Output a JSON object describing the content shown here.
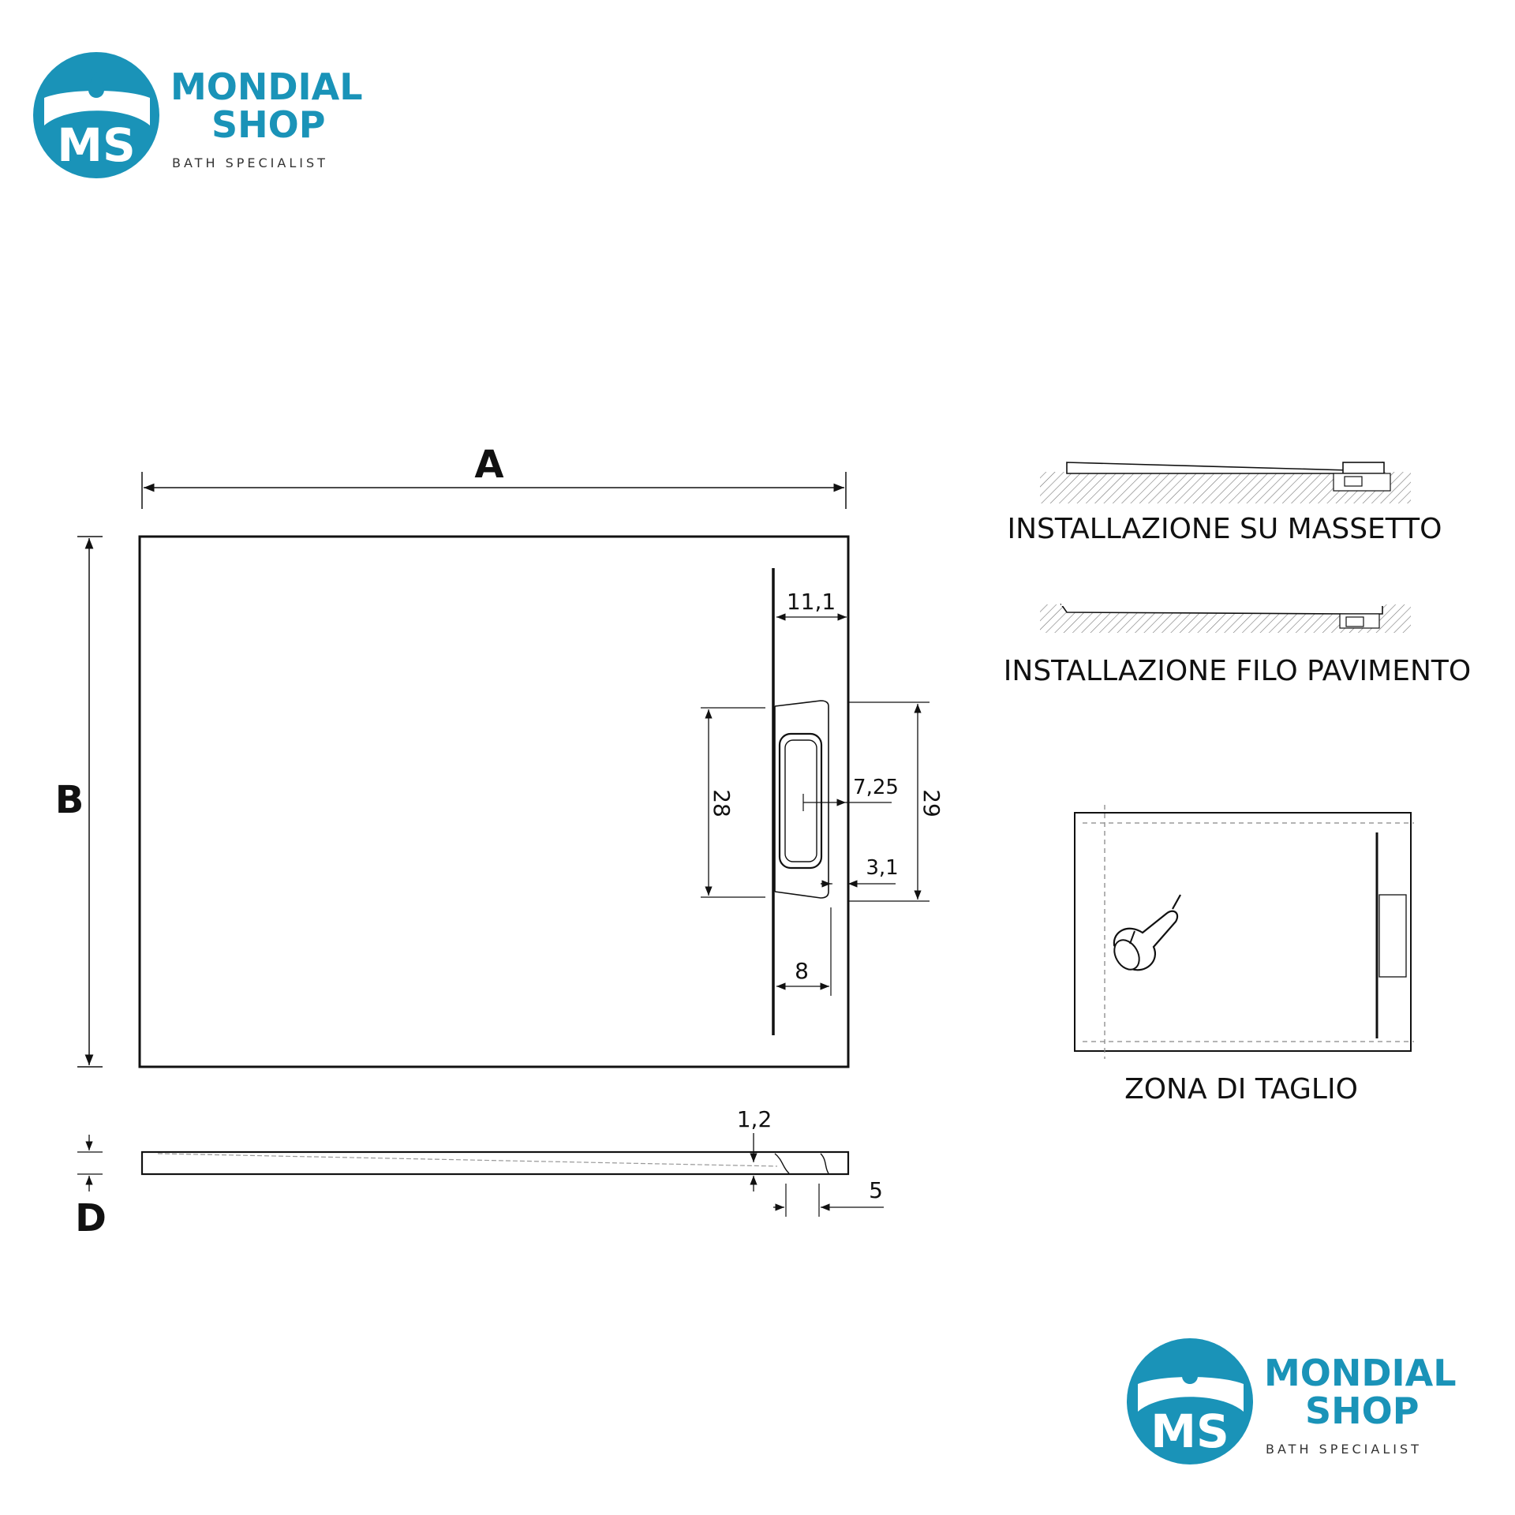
{
  "brand": {
    "line1": "MONDIAL",
    "line2": "SHOP",
    "tagline": "BATH SPECIALIST",
    "monogram": "MS",
    "color": "#1a93b8",
    "icon": "water-drop-icon"
  },
  "diagram": {
    "dimension_letters": {
      "a": "A",
      "b": "B",
      "d": "D"
    },
    "measurements": {
      "m_11_1": "11,1",
      "m_28": "28",
      "m_29": "29",
      "m_7_25": "7,25",
      "m_3_1": "3,1",
      "m_8": "8",
      "m_1_2": "1,2",
      "m_5": "5"
    },
    "installations": [
      {
        "label": "INSTALLAZIONE SU MASSETTO"
      },
      {
        "label": "INSTALLAZIONE FILO PAVIMENTO"
      }
    ],
    "cut_zone_label": "ZONA DI TAGLIO",
    "tool_icon": "grinder-tool-icon"
  }
}
